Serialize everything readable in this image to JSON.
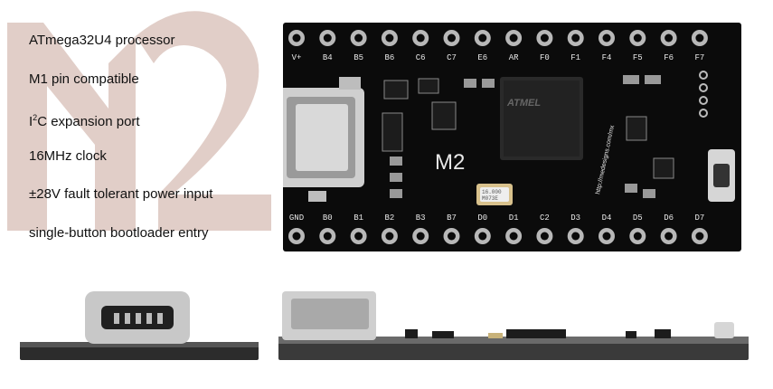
{
  "features": [
    {
      "text": "ATmega32U4 processor"
    },
    {
      "pre": "I",
      "sup": "2",
      "post": "C expansion port"
    },
    {
      "text": "M1 pin compatible"
    },
    {
      "text": "16MHz clock"
    },
    {
      "text": "±28V fault tolerant power input"
    },
    {
      "text": "single-button bootloader entry"
    }
  ],
  "board": {
    "name": "M2",
    "top_pins": [
      "V+",
      "B4",
      "B5",
      "B6",
      "C6",
      "C7",
      "E6",
      "AR",
      "F0",
      "F1",
      "F4",
      "F5",
      "F6",
      "F7"
    ],
    "bottom_pins": [
      "GND",
      "B0",
      "B1",
      "B2",
      "B3",
      "B7",
      "D0",
      "D1",
      "C2",
      "D3",
      "D4",
      "D5",
      "D6",
      "D7"
    ],
    "chip_logo": "ATMEL",
    "crystal_text": [
      "16.000",
      "M073E"
    ],
    "edge_text": "http://medesigns.com/mx"
  },
  "colors": {
    "watermark": "#c9a59b",
    "board": "#0b0b0b",
    "silkscreen": "#e8e8e8",
    "pad": "#b8b8b8",
    "usb_metal": "#c8c8c8"
  }
}
